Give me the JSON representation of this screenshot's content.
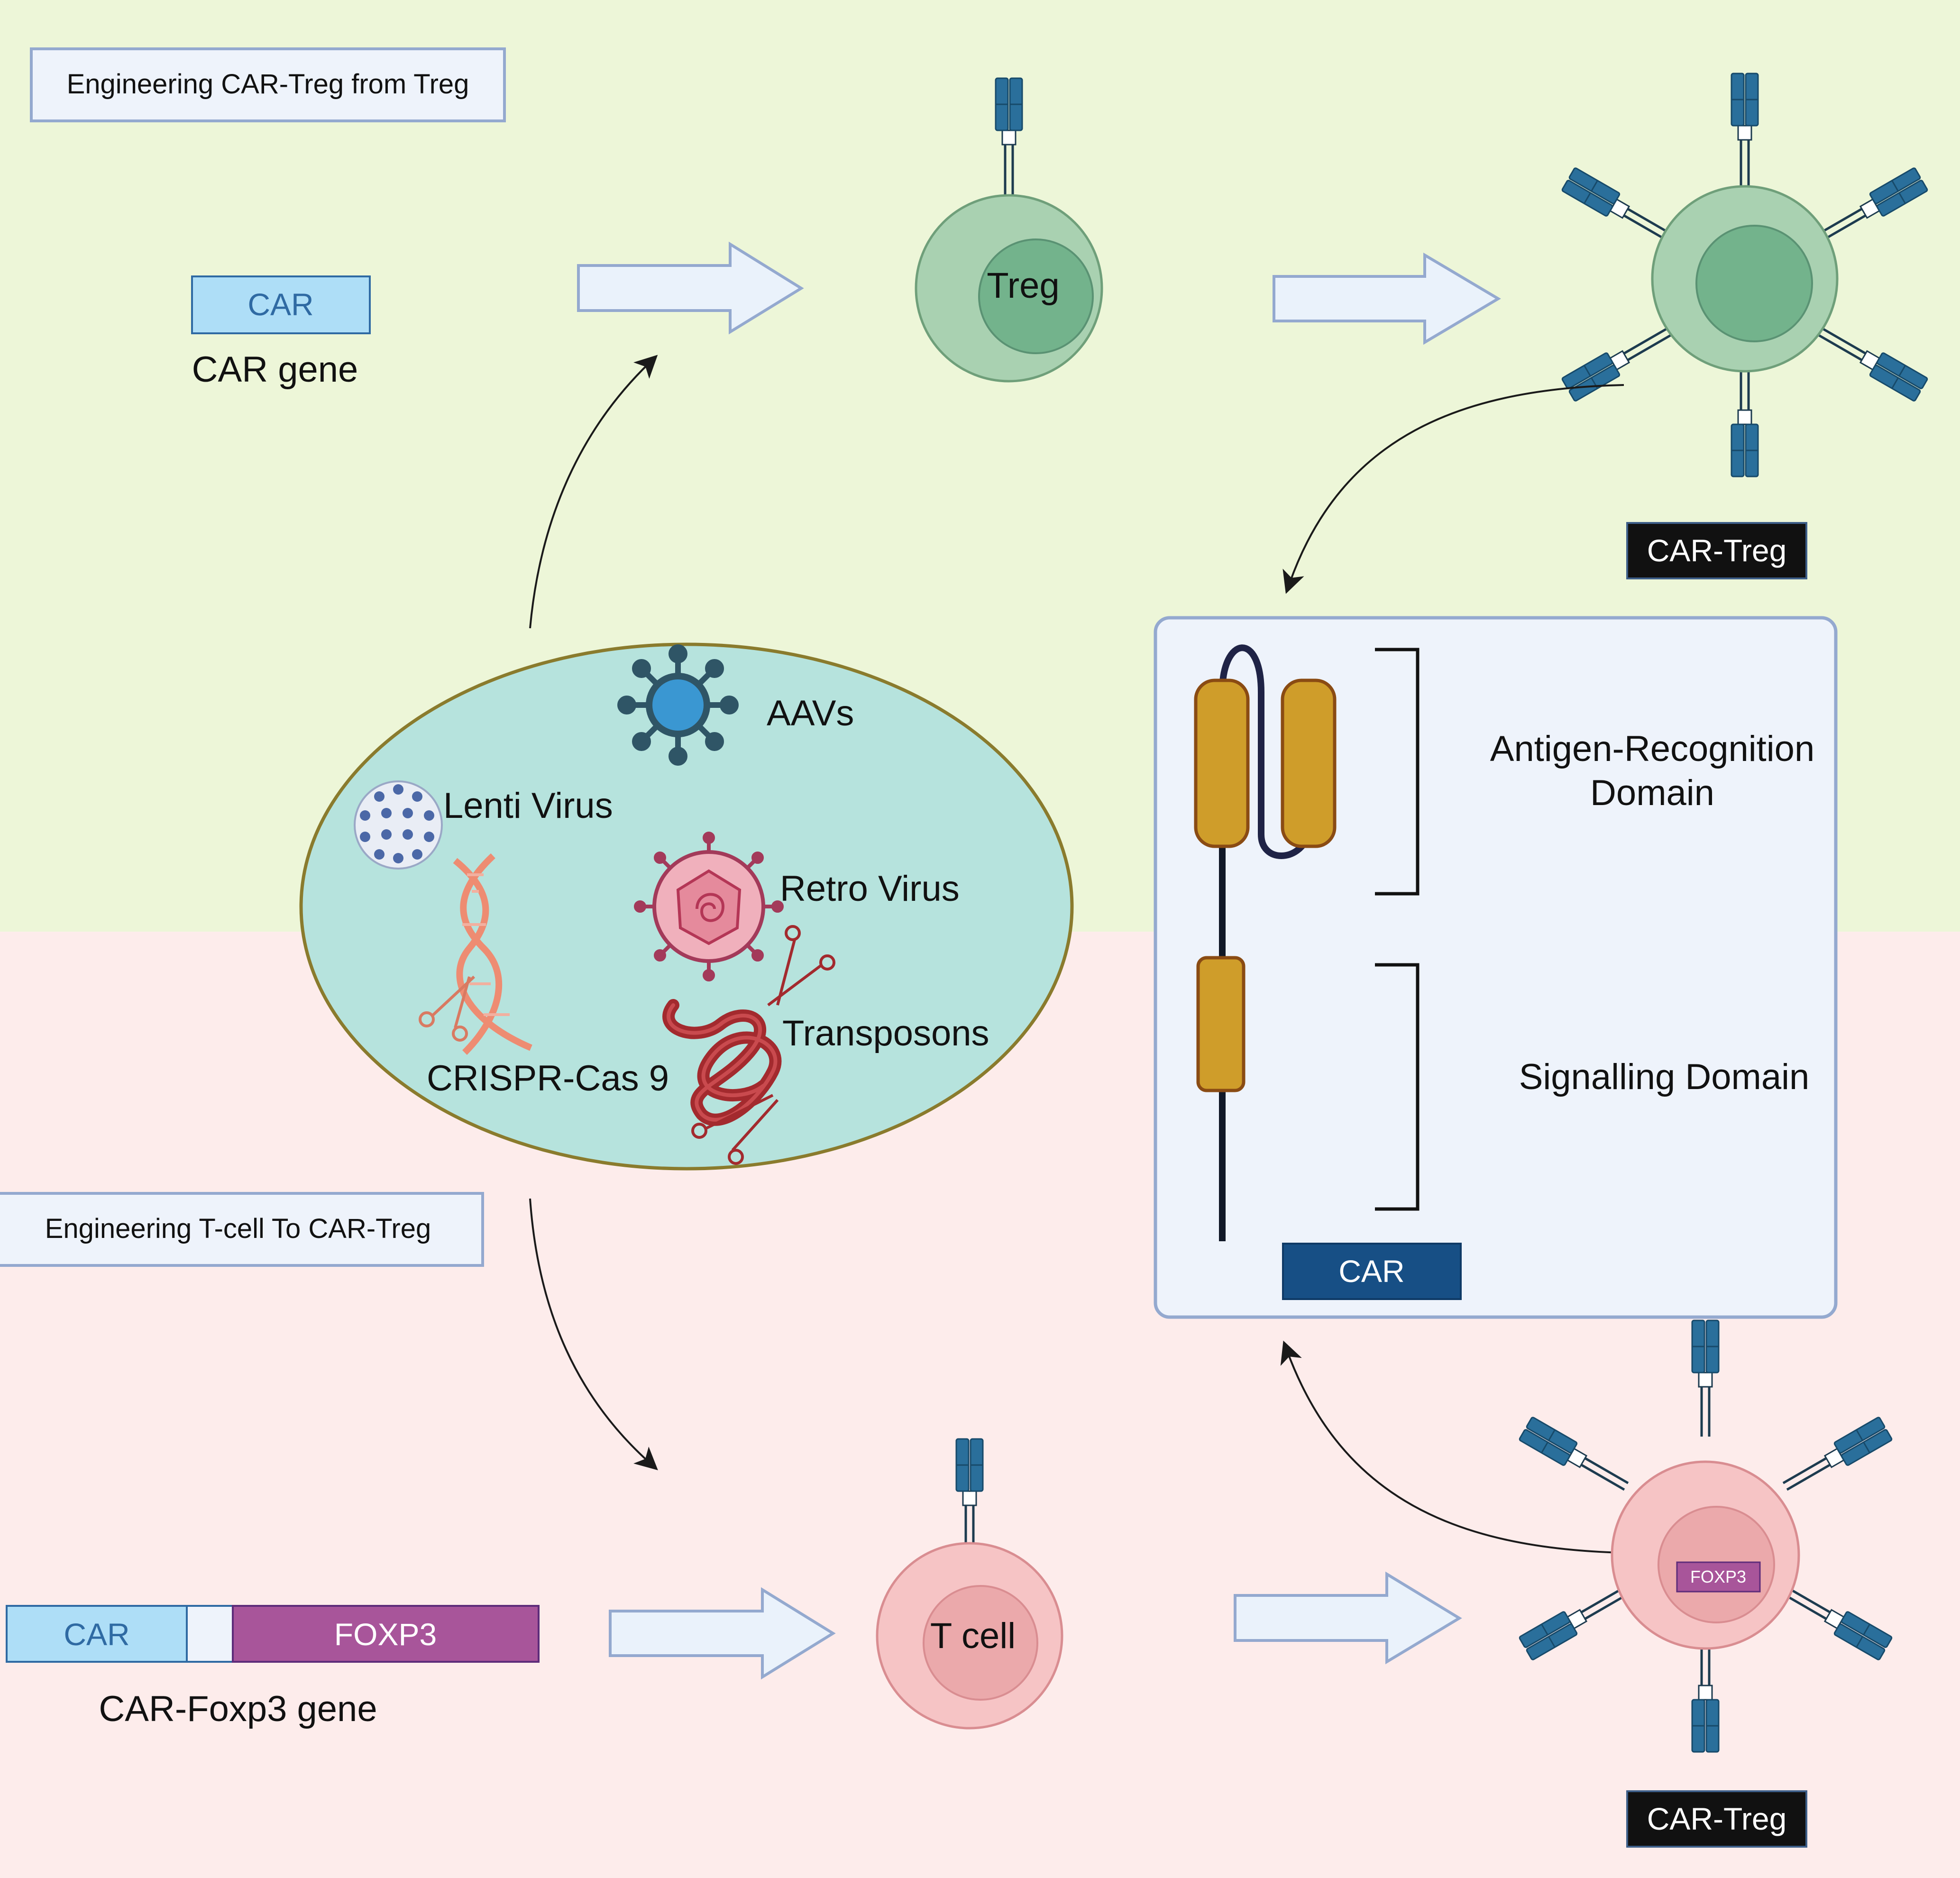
{
  "sections": {
    "top_title": "Engineering CAR-Treg from Treg",
    "bottom_title": "Engineering T-cell To CAR-Treg"
  },
  "top_row": {
    "car_box_label": "CAR",
    "car_gene_label": "CAR gene",
    "treg_label": "Treg",
    "car_treg_label": "CAR-Treg"
  },
  "bottom_row": {
    "car_box_label": "CAR",
    "foxp3_box_label": "FOXP3",
    "gene_label": "CAR-Foxp3 gene",
    "tcell_label": "T cell",
    "foxp3_nucleus_label": "FOXP3",
    "car_treg_label": "CAR-Treg"
  },
  "delivery_methods": {
    "aav": "AAVs",
    "lenti": "Lenti Virus",
    "retro": "Retro Virus",
    "crispr": "CRISPR-Cas 9",
    "transposons": "Transposons"
  },
  "car_structure": {
    "antigen_line1": "Antigen-Recognition",
    "antigen_line2": "Domain",
    "signalling": "Signalling Domain",
    "car_label": "CAR"
  },
  "colors": {
    "top_background": "#edf6d8",
    "bottom_background": "#fdeceb",
    "arrow_fill": "#eaf2fb",
    "arrow_stroke": "#94a9cf",
    "treg_outer": "#a9d1b1",
    "treg_inner": "#73b38c",
    "tcell_outer": "#f6c4c5",
    "tcell_inner": "#eba9ab",
    "oval_fill": "#b6e3dd",
    "oval_stroke": "#8a7b2d",
    "receptor_blue": "#2a6f9b",
    "domain_gold": "#cf9d2a",
    "foxp3_purple": "#a8559a",
    "car_light_blue": "#aedef7",
    "car_dark_blue": "#174f85",
    "label_black": "#111111"
  }
}
